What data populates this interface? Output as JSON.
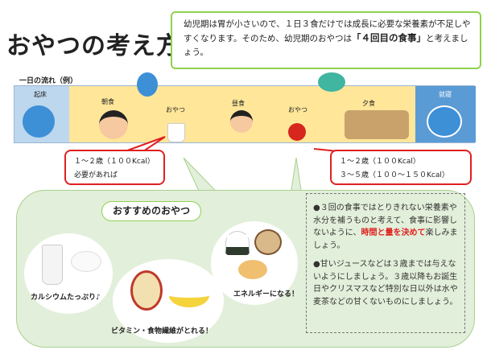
{
  "title": "おやつの考え方",
  "intro": {
    "text1": "幼児期は胃が小さいので、１日３食だけでは成長に必要な栄養素が不足しやすくなります。そのため、幼児期のおやつは",
    "emphasis": "「４回目の食事」",
    "text2": "と考えましょう。"
  },
  "flow": {
    "label": "一日の流れ（例）",
    "steps": [
      "起床",
      "朝食",
      "おやつ",
      "昼食",
      "おやつ",
      "夕食",
      "就寝"
    ]
  },
  "callouts": {
    "left": [
      "１～２歳（１００Kcal）",
      "必要があれば"
    ],
    "right": [
      "１～２歳（１００Kcal）",
      "３～５歳（１００～１５０Kcal）"
    ]
  },
  "recommend": {
    "heading": "おすすめのおやつ",
    "captions": [
      "カルシウムたっぷり♪",
      "ビタミン・食物繊維がとれる！",
      "エネルギーになる！"
    ]
  },
  "notes": {
    "p1a": "●３回の食事ではとりきれない栄養素や水分を補うものと考えて、食事に影響しないように、",
    "p1red": "時間と量を決めて",
    "p1b": "楽しみましょう。",
    "p2": "●甘いジュースなどは３歳までは与えないようにしましょう。３歳以降もお誕生日やクリスマスなど特別な日以外は水や麦茶などの甘くないものにしましょう。"
  },
  "colors": {
    "accent_green": "#8fd14f",
    "red": "#e02020",
    "yellow": "#ffe699",
    "blue_light": "#bdd7ee",
    "blue_dark": "#5b9bd5"
  }
}
